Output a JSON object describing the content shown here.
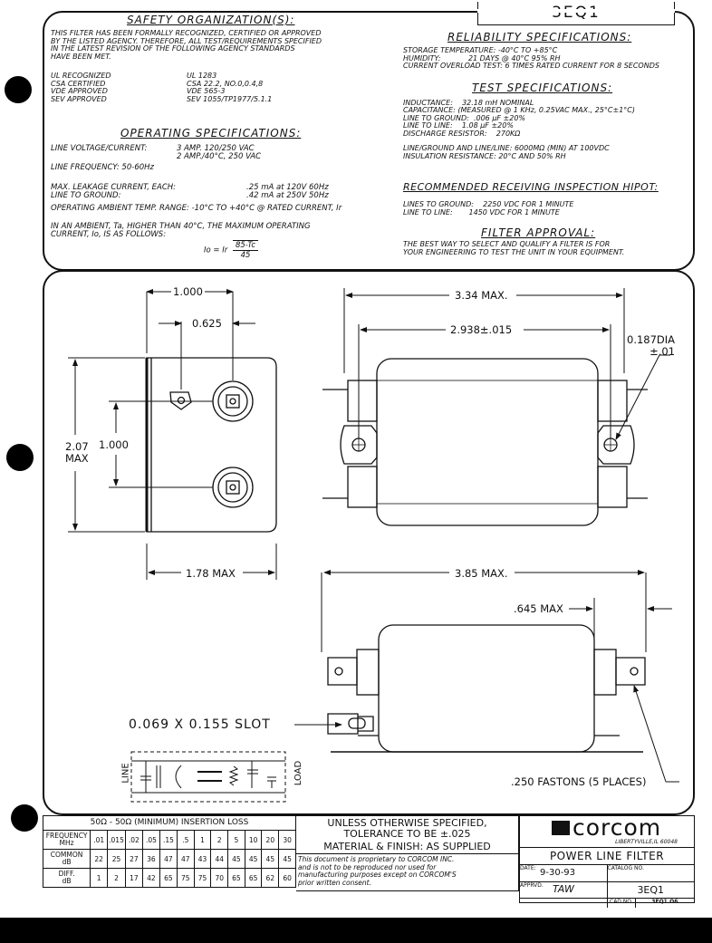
{
  "part_number": "3EQ1",
  "safety": {
    "title": "SAFETY ORGANIZATION(S):",
    "intro": "THIS FILTER HAS BEEN FORMALLY RECOGNIZED, CERTIFIED OR APPROVED\nBY THE LISTED AGENCY. THEREFORE, ALL TEST/REQUIREMENTS SPECIFIED\nIN THE LATEST REVISION OF THE FOLLOWING AGENCY STANDARDS\nHAVE BEEN MET.",
    "agencies": "UL RECOGNIZED\nCSA CERTIFIED\nVDE APPROVED\nSEV APPROVED",
    "standards": "UL 1283\nCSA 22.2, NO.0,0.4,8\nVDE 565-3\nSEV 1055/TP1977/5.1.1"
  },
  "operating": {
    "title": "OPERATING SPECIFICATIONS:",
    "line_voltage_label": "LINE VOLTAGE/CURRENT:",
    "line_voltage_value": "3 AMP. 120/250 VAC\n2 AMP./40°C, 250 VAC",
    "line_frequency": "LINE FREQUENCY: 50-60Hz",
    "leakage_label": "MAX. LEAKAGE CURRENT, EACH:\nLINE TO GROUND:",
    "leakage_value": ".25 mA at 120V 60Hz\n.42 mA at 250V 50Hz",
    "ambient_temp": "OPERATING AMBIENT TEMP. RANGE: -10°C TO +40°C @ RATED CURRENT, Ir",
    "ambient_note": "IN AN AMBIENT, Ta, HIGHER THAN 40°C, THE MAXIMUM OPERATING\nCURRENT, Io, IS AS FOLLOWS:",
    "formula_left": "Io = Ir",
    "formula_num": "85-Tc",
    "formula_den": "45"
  },
  "reliability": {
    "title": "RELIABILITY SPECIFICATIONS:",
    "body": "STORAGE TEMPERATURE: -40°C TO +85°C\nHUMIDITY:            21 DAYS @ 40°C 95% RH\nCURRENT OVERLOAD TEST: 6 TIMES RATED CURRENT FOR 8 SECONDS"
  },
  "test": {
    "title": "TEST SPECIFICATIONS:",
    "body": "INDUCTANCE:    32.18 mH NOMINAL\nCAPACITANCE: (MEASURED @ 1 KHz, 0.25VAC MAX., 25°C±1°C)\nLINE TO GROUND:  .006 μF ±20%\nLINE TO LINE:    1.08 μF ±20%\nDISCHARGE RESISTOR:    270KΩ\n\nLINE/GROUND AND LINE/LINE: 6000MΩ (MIN) AT 100VDC\nINSULATION RESISTANCE: 20°C AND 50% RH"
  },
  "hipot": {
    "title": "RECOMMENDED RECEIVING INSPECTION HIPOT:",
    "body": "LINES TO GROUND:    2250 VDC FOR 1 MINUTE\nLINE TO LINE:       1450 VDC FOR 1 MINUTE"
  },
  "filter_approval": {
    "title": "FILTER APPROVAL:",
    "body": "THE BEST WAY TO SELECT AND QUALIFY A FILTER IS FOR\nYOUR ENGINEERING TO TEST THE UNIT IN YOUR EQUIPMENT."
  },
  "dimensions": {
    "d1000_top": "1.000",
    "d0625": "0.625",
    "d207": "2.07\nMAX",
    "d1000_side": "1.000",
    "d178": "1.78 MAX",
    "d334": "3.34 MAX.",
    "d2938": "2.938±.015",
    "d0187": "0.187DIA\n±.01",
    "d385": "3.85 MAX.",
    "d0645": ".645 MAX",
    "slot": "0.069 X 0.155 SLOT",
    "fastons": ".250 FASTONS (5 PLACES)",
    "line": "LINE",
    "load": "LOAD"
  },
  "insertion_loss": {
    "title": "50Ω - 50Ω (MINIMUM) INSERTION LOSS",
    "freq_label": "FREQUENCY\nMHz",
    "common_label": "COMMON\ndB",
    "diff_label": "DIFF.\ndB",
    "frequencies": [
      ".01",
      ".015",
      ".02",
      ".05",
      ".15",
      ".5",
      "1",
      "2",
      "5",
      "10",
      "20",
      "30"
    ],
    "common": [
      "22",
      "25",
      "27",
      "36",
      "47",
      "47",
      "43",
      "44",
      "45",
      "45",
      "45",
      "45"
    ],
    "diff": [
      "1",
      "2",
      "17",
      "42",
      "65",
      "75",
      "75",
      "70",
      "65",
      "65",
      "62",
      "60"
    ]
  },
  "notes": {
    "tolerance": "UNLESS OTHERWISE SPECIFIED,\nTOLERANCE TO BE ±.025",
    "material": "MATERIAL & FINISH: AS SUPPLIED",
    "proprietary": "This document is proprietary to CORCOM INC.\nand is not to be reproduced nor used for\nmanufacturing purposes except on CORCOM'S\nprior written consent."
  },
  "title_block": {
    "logo": "corcom",
    "location": "LIBERTYVILLE,IL 60048",
    "product": "POWER LINE FILTER",
    "date_label": "DATE:",
    "date": "9-30-93",
    "catalog_label": "CATALOG NO.",
    "catalog": "3EQ1",
    "approved_label": "APPRVD.",
    "approved": "TAW",
    "cad_label": "CAD NO.",
    "cad": "3EQ1.O6"
  }
}
